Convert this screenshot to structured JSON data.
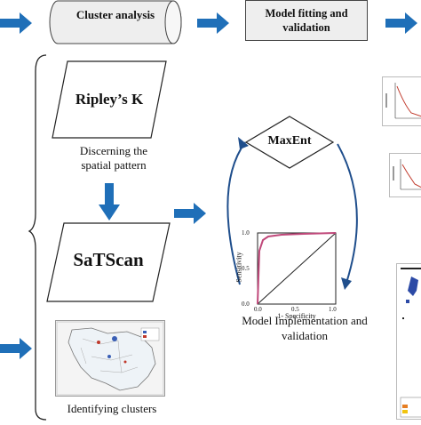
{
  "steps": {
    "cluster_analysis": "Cluster analysis",
    "model_fitting": "Model fitting and validation"
  },
  "left_panel": {
    "ripleys_k": "Ripley’s K",
    "discerning": "Discerning the spatial pattern",
    "satscan": "SaTScan",
    "identifying": "Identifying clusters"
  },
  "center_panel": {
    "maxent": "MaxEnt",
    "roc": {
      "ylabel": "Sensitivity",
      "xlabel": "1- Specificity",
      "y_ticks": [
        "1.0",
        "0.5",
        "0.0"
      ],
      "x_ticks": [
        "0.0",
        "0.5",
        "1.0"
      ]
    },
    "caption": "Model Implementation and validation"
  },
  "colors": {
    "arrow_blue": "#1f6fb8",
    "box_fill": "#eeeeee",
    "roc_curve": "#c0487a"
  }
}
